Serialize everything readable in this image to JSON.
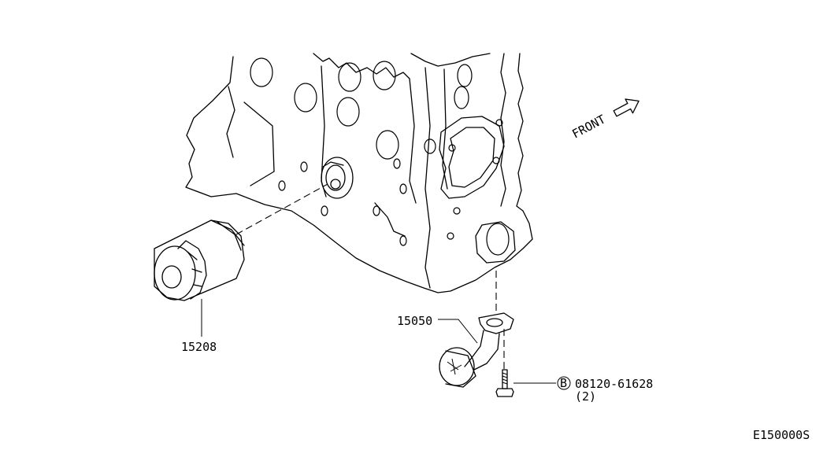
{
  "labels": {
    "front": "FRONT",
    "oil_filter": "15208",
    "strainer": "15050",
    "bolt_marker": "B",
    "bolt_part": "08120-61628",
    "bolt_qty": "(2)",
    "diagram_id": "E150000S"
  },
  "colors": {
    "line": "#000000",
    "background": "#ffffff"
  }
}
